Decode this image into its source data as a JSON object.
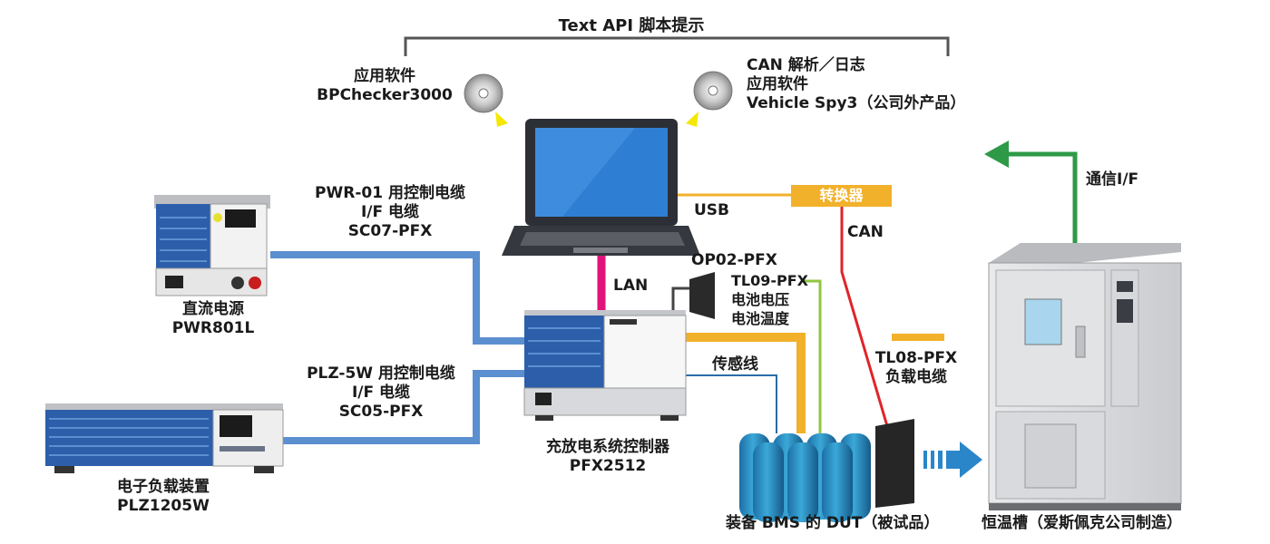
{
  "top_title": "Text API 脚本提示",
  "app_left": {
    "line1": "应用软件",
    "line2": "BPChecker3000"
  },
  "app_right": {
    "line1": "CAN 解析／日志",
    "line2": "应用软件",
    "line3": "Vehicle Spy3（公司外产品）"
  },
  "usb_label": "USB",
  "converter_label": "转换器",
  "can_label": "CAN",
  "comm_label": "通信I/F",
  "lan_label": "LAN",
  "cable_pwr": {
    "line1": "PWR-01 用控制电缆",
    "line2": "I/F 电缆",
    "line3": "SC07-PFX"
  },
  "cable_plz": {
    "line1": "PLZ-5W 用控制电缆",
    "line2": "I/F 电缆",
    "line3": "SC05-PFX"
  },
  "op02": "OP02-PFX",
  "tl09": {
    "line1": "TL09-PFX",
    "line2": "电池电压",
    "line3": "电池温度"
  },
  "sensor_line": "传感线",
  "tl08": {
    "line1": "TL08-PFX",
    "line2": "负载电缆"
  },
  "dc_supply": {
    "line1": "直流电源",
    "line2": "PWR801L"
  },
  "e_load": {
    "line1": "电子负载装置",
    "line2": "PLZ1205W"
  },
  "controller": {
    "line1": "充放电系统控制器",
    "line2": "PFX2512"
  },
  "dut": "装备 BMS 的 DUT（被试品）",
  "chamber": "恒温槽（爱斯佩克公司制造）",
  "colors": {
    "blue_cable": "#5b8fd0",
    "orange_cable": "#f2b12a",
    "green": "#2e9a48",
    "red": "#e02428",
    "magenta": "#e2127c",
    "arrow_blue": "#2a86c8"
  }
}
